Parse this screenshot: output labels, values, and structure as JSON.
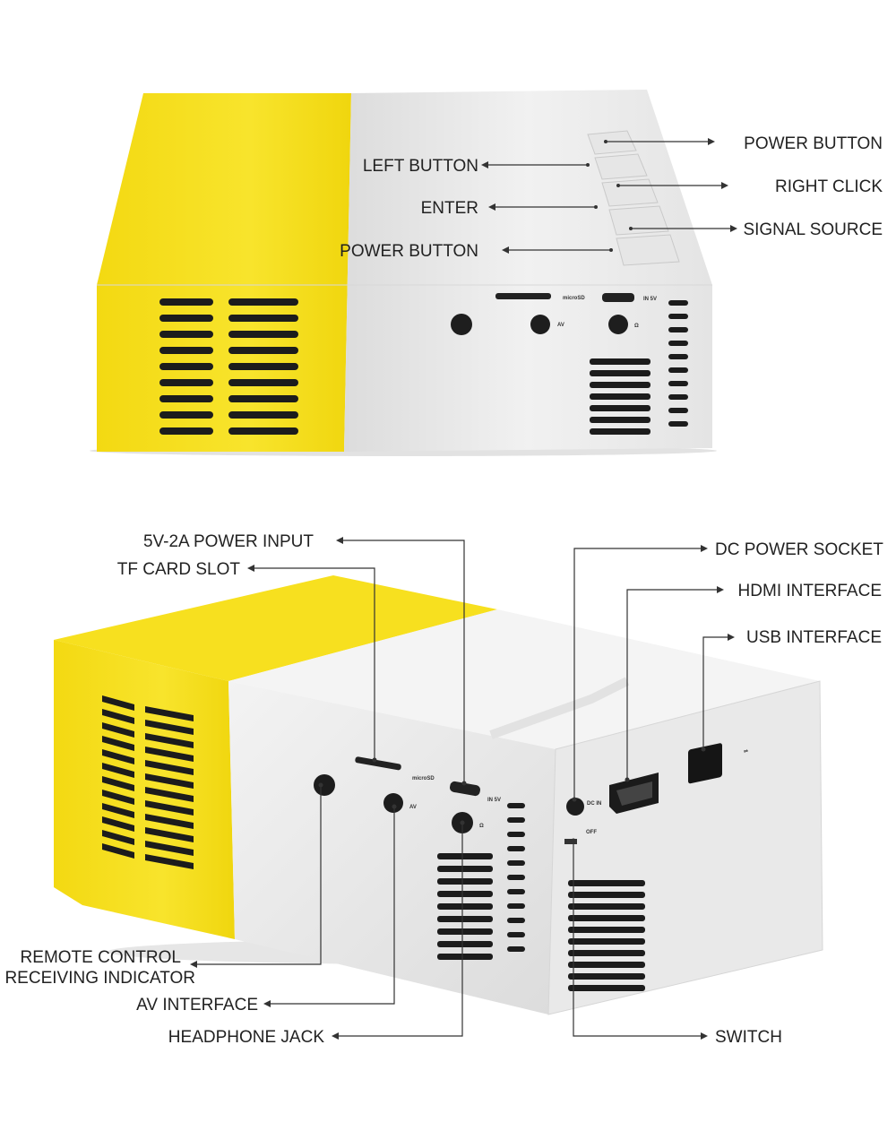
{
  "top_view": {
    "labels": {
      "power_button_right": "POWER BUTTON",
      "right_click": "RIGHT CLICK",
      "signal_source": "SIGNAL SOURCE",
      "left_button": "LEFT BUTTON",
      "enter": "ENTER",
      "power_button_left": "POWER BUTTON"
    },
    "port_marks": {
      "microsd": "microSD",
      "in5v": "IN 5V",
      "av": "AV"
    }
  },
  "bottom_view": {
    "labels": {
      "power_input": "5V-2A POWER INPUT",
      "tf_card_slot": "TF CARD SLOT",
      "dc_power_socket": "DC POWER SOCKET",
      "hdmi_interface": "HDMI INTERFACE",
      "usb_interface": "USB INTERFACE",
      "remote_control_line1": "REMOTE CONTROL",
      "remote_control_line2": "RECEIVING INDICATOR",
      "av_interface": "AV INTERFACE",
      "headphone_jack": "HEADPHONE JACK",
      "switch": "SWITCH"
    },
    "port_marks": {
      "microsd": "microSD",
      "in5v": "IN 5V",
      "av": "AV",
      "dc_in": "DC IN",
      "off": "OFF"
    }
  },
  "colors": {
    "yellow": "#f7e01f",
    "white_body": "#ececec",
    "line": "#333333"
  }
}
